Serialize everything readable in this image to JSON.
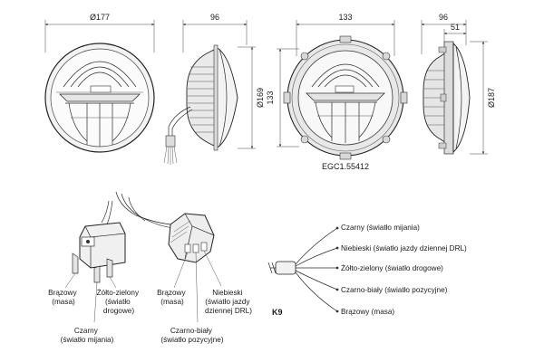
{
  "dimensions": {
    "front_a_diameter": "Ø177",
    "side_a_depth": "96",
    "side_a_diameter": "Ø169",
    "front_b_width": "133",
    "front_b_height": "133",
    "side_b_depth": "96",
    "side_b_inner": "51",
    "side_b_diameter": "Ø187"
  },
  "product_code": "EGC1.55412",
  "h4_plug_labels": {
    "brown": [
      "Brązowy",
      "(masa)"
    ],
    "yellow_green": [
      "Żółto-zielony",
      "(światło",
      "drogowe)"
    ],
    "black": [
      "Czarny",
      "(światło mijania)"
    ]
  },
  "connector_labels": {
    "brown": [
      "Brązowy",
      "(masa)"
    ],
    "blue": [
      "Niebieski",
      "(światło jazdy",
      "dziennej DRL)"
    ],
    "black_white": [
      "Czarno-biały",
      "(światło pozycyjne)"
    ]
  },
  "cable_code": "K9",
  "cable_wires": [
    "Czarny (światło mijania)",
    "Niebieski (światło jazdy dziennej DRL)",
    "Żółto-zielony (światło drogowe)",
    "Czarno-biały (światło pozycyjne)",
    "Brązowy (masa)"
  ]
}
